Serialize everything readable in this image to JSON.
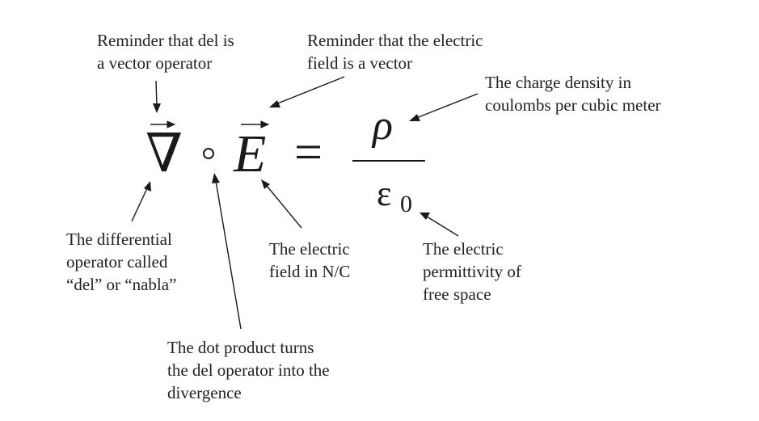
{
  "labels": {
    "del_vector": [
      "Reminder that del is",
      "a vector operator"
    ],
    "field_vector": [
      "Reminder that the electric",
      "field is a vector"
    ],
    "charge_density": [
      "The charge density in",
      "coulombs per cubic meter"
    ],
    "differential": [
      "The differential",
      "operator called",
      "“del” or “nabla”"
    ],
    "electric_field": [
      "The electric",
      "field in N/C"
    ],
    "permittivity": [
      "The electric",
      "permittivity of",
      "free space"
    ],
    "dot_product": [
      "The dot product turns",
      "the del operator into the",
      "divergence"
    ]
  },
  "equation": {
    "del": "∇",
    "field": "E",
    "equals": "=",
    "numerator": "ρ",
    "denominator": "ε",
    "subscript": "0"
  }
}
